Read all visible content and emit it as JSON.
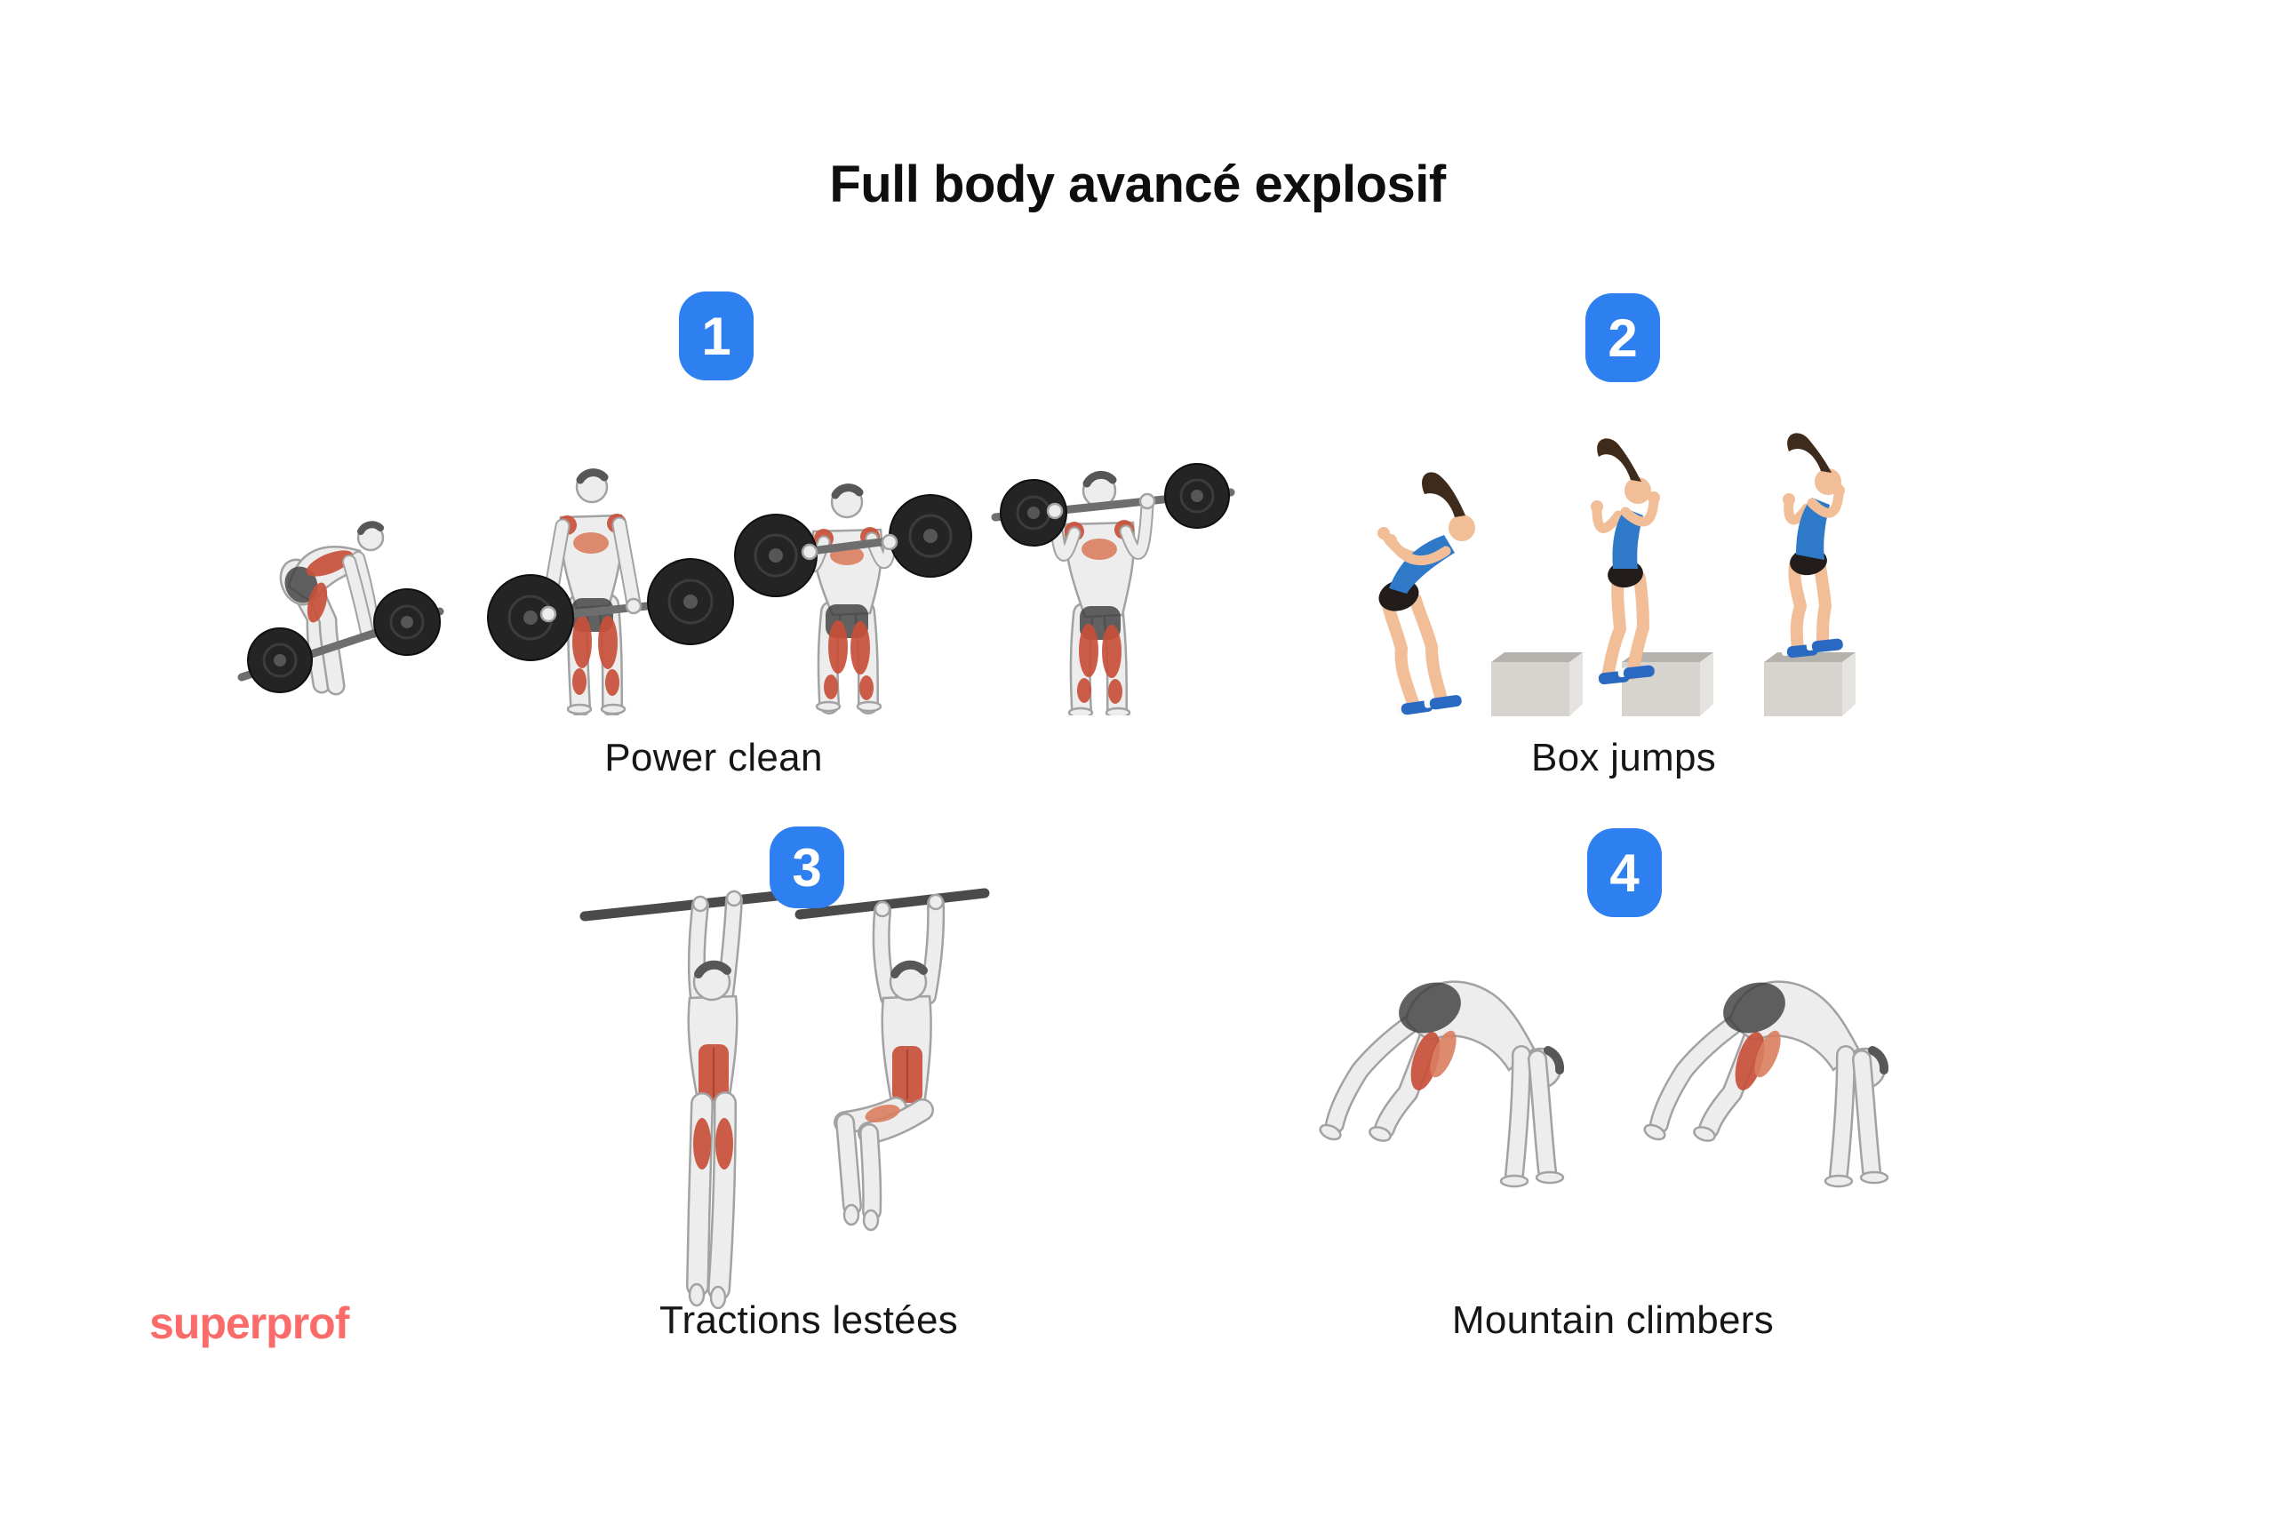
{
  "page": {
    "title": "Full body avancé explosif"
  },
  "brand": {
    "name": "superprof",
    "color": "#FB6B69"
  },
  "colors": {
    "badge_blue": "#2E80F0",
    "badge_text": "#FFFFFF",
    "label_text": "#161616",
    "muscle_red": "#C8503A",
    "figure_gray": "#EDEDED",
    "barbell_dark": "#242424",
    "box_gray": "#D7D4CF",
    "woman_top_blue": "#2F79C9",
    "skin_tone": "#F1BE98"
  },
  "exercises": [
    {
      "number": "1",
      "label": "Power clean",
      "illustration": "power-clean-sequence"
    },
    {
      "number": "2",
      "label": "Box jumps",
      "illustration": "box-jumps-sequence"
    },
    {
      "number": "3",
      "label": "Tractions lestées",
      "illustration": "weighted-pull-ups"
    },
    {
      "number": "4",
      "label": "Mountain climbers",
      "illustration": "mountain-climbers"
    }
  ]
}
